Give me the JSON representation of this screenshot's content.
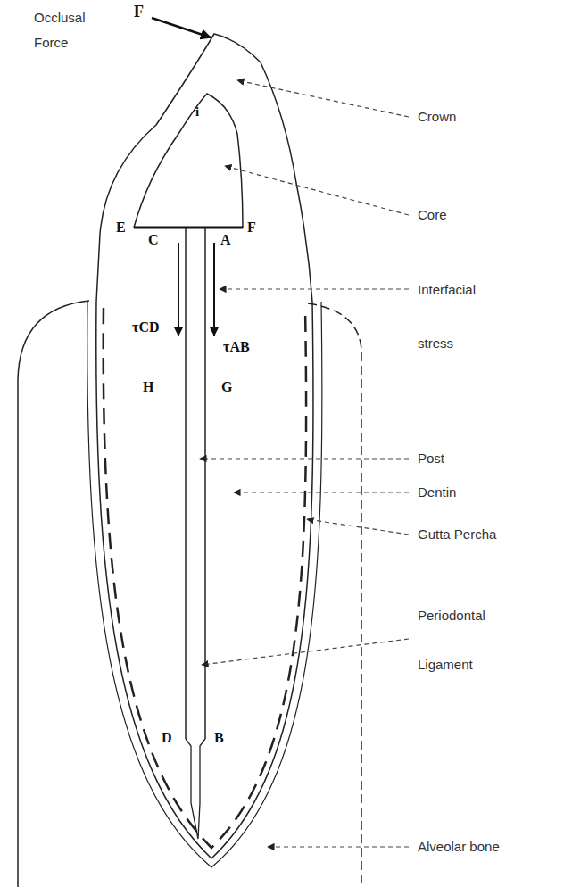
{
  "diagram": {
    "labels": [
      "Occlusal Force",
      "F",
      "Crown",
      "i",
      "Core",
      "E",
      "C",
      "A",
      "F",
      "Interfacial stress",
      "τCD",
      "τAB",
      "H",
      "G",
      "Post",
      "Dentin",
      "Gutta Percha",
      "D",
      "B",
      "Periodontal Ligament",
      "Alveolar bone"
    ]
  }
}
